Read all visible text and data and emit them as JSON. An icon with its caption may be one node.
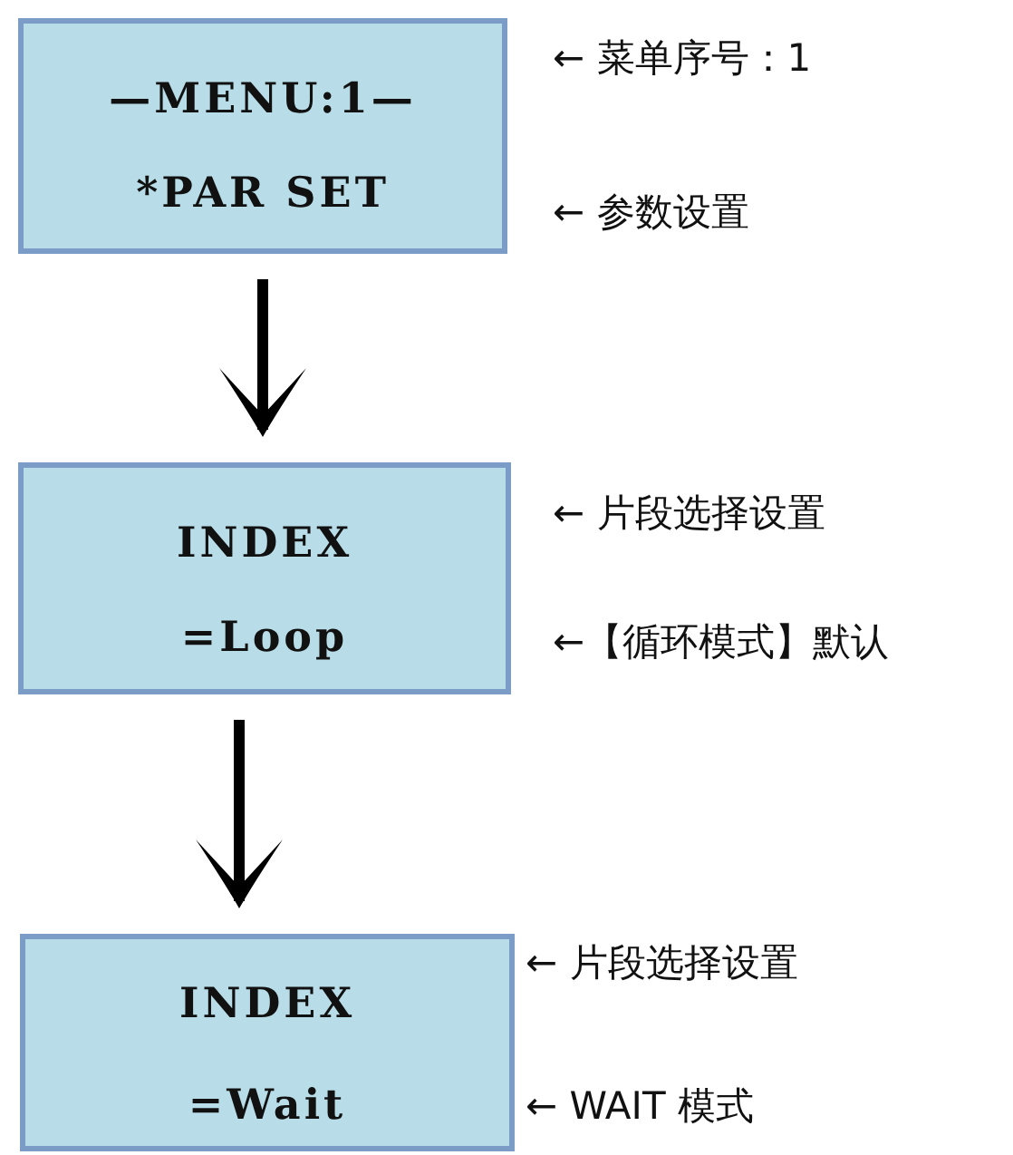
{
  "diagram": {
    "nodes": [
      {
        "text": [
          "—MENU:1—",
          "*PAR SET"
        ],
        "beside": [
          "← 菜单序号：1",
          "← 参数设置"
        ]
      },
      {
        "text": [
          "INDEX",
          "=Loop"
        ],
        "beside": [
          "← 片段选择设置",
          "←【循环模式】默认"
        ]
      },
      {
        "text": [
          "INDEX",
          "=Wait"
        ],
        "beside": [
          "← 片段选择设置",
          "← WAIT 模式"
        ]
      }
    ],
    "edges": [
      {
        "from": 0,
        "to": 1,
        "arrow": "to"
      },
      {
        "from": 1,
        "to": 2,
        "arrow": "to"
      }
    ]
  }
}
